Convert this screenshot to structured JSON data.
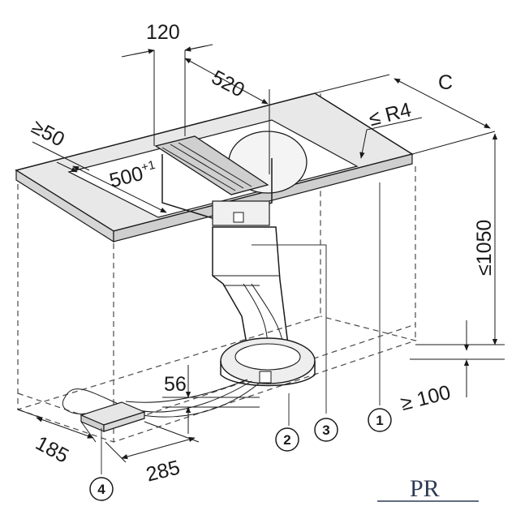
{
  "dimensions": {
    "d120": "120",
    "d520": "520",
    "c": "C",
    "r4": "≤ R4",
    "ge50": "≥50",
    "d500": "500",
    "d500_sup": "+1",
    "le1050": "≤1050",
    "d56": "56",
    "ge100": "≥ 100",
    "d185": "185",
    "d285": "285"
  },
  "callouts": [
    "1",
    "2",
    "3",
    "4"
  ],
  "logo": {
    "text": "PR"
  },
  "colors": {
    "line": "#1a1a1a",
    "worktop": "#e8e8e8",
    "logo": "#2f3a56"
  }
}
